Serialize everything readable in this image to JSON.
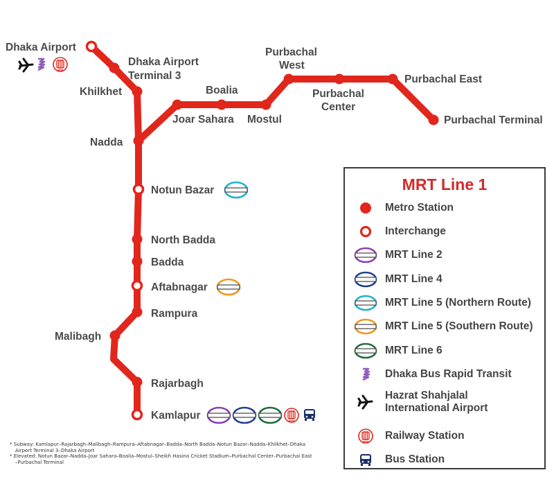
{
  "stations": [
    {
      "id": "dhaka-airport",
      "name": "Dhaka Airport",
      "type": "interchange"
    },
    {
      "id": "dhaka-airport-terminal-3",
      "name": "Dhaka Airport Terminal 3",
      "type": "station"
    },
    {
      "id": "khilkhet",
      "name": "Khilkhet",
      "type": "station"
    },
    {
      "id": "nadda",
      "name": "Nadda",
      "type": "station"
    },
    {
      "id": "joar-sahara",
      "name": "Joar Sahara",
      "type": "station"
    },
    {
      "id": "boalia",
      "name": "Boalia",
      "type": "station"
    },
    {
      "id": "mostul",
      "name": "Mostul",
      "type": "station"
    },
    {
      "id": "purbachal-west",
      "name": "Purbachal West",
      "type": "station"
    },
    {
      "id": "purbachal-center",
      "name": "Purbachal Center",
      "type": "station"
    },
    {
      "id": "purbachal-east",
      "name": "Purbachal East",
      "type": "station"
    },
    {
      "id": "purbachal-terminal",
      "name": "Purbachal Terminal",
      "type": "station"
    },
    {
      "id": "notun-bazar",
      "name": "Notun Bazar",
      "type": "interchange"
    },
    {
      "id": "north-badda",
      "name": "North Badda",
      "type": "station"
    },
    {
      "id": "badda",
      "name": "Badda",
      "type": "station"
    },
    {
      "id": "aftabnagar",
      "name": "Aftabnagar",
      "type": "interchange"
    },
    {
      "id": "rampura",
      "name": "Rampura",
      "type": "station"
    },
    {
      "id": "malibagh",
      "name": "Malibagh",
      "type": "station"
    },
    {
      "id": "rajarbagh",
      "name": "Rajarbagh",
      "type": "station"
    },
    {
      "id": "kamlapur",
      "name": "Kamlapur",
      "type": "interchange"
    }
  ],
  "label_lines": {
    "dhaka_airport_terminal_3": [
      "Dhaka Airport",
      "Terminal 3"
    ],
    "purbachal_west": [
      "Purbachal",
      "West"
    ],
    "purbachal_center": [
      "Purbachal",
      "Center"
    ]
  },
  "connections": {
    "dhaka-airport": [
      "airport-icon",
      "brt-icon",
      "railway-icon"
    ],
    "notun-bazar": [
      "mrt-line-5-north"
    ],
    "aftabnagar": [
      "mrt-line-5-south"
    ],
    "kamlapur": [
      "mrt-line-2",
      "mrt-line-4",
      "mrt-line-6",
      "railway-icon",
      "bus-icon"
    ]
  },
  "legend": {
    "title": "MRT Line 1",
    "items": [
      {
        "key": "metro-station",
        "label": "Metro Station"
      },
      {
        "key": "interchange",
        "label": "Interchange"
      },
      {
        "key": "mrt-line-2",
        "label": "MRT Line 2"
      },
      {
        "key": "mrt-line-4",
        "label": "MRT Line 4"
      },
      {
        "key": "mrt-line-5-north",
        "label": "MRT Line 5 (Northern Route)"
      },
      {
        "key": "mrt-line-5-south",
        "label": "MRT Line 5 (Southern Route)"
      },
      {
        "key": "mrt-line-6",
        "label": "MRT Line 6"
      },
      {
        "key": "brt",
        "label": "Dhaka Bus Rapid Transit"
      },
      {
        "key": "airport",
        "label": "Hazrat Shahjalal International Airport",
        "lines": [
          "Hazrat Shahjalal",
          "International Airport"
        ]
      },
      {
        "key": "railway",
        "label": "Railway Station"
      },
      {
        "key": "bus",
        "label": "Bus Station"
      }
    ]
  },
  "colors": {
    "line": "#e1261c",
    "mrt-line-2": "#8a3fb0",
    "mrt-line-4": "#1e3f8f",
    "mrt-line-5-north": "#1db0d4",
    "mrt-line-5-south": "#f0951e",
    "mrt-line-6": "#1e6b3a",
    "brt": "#8d5dbf",
    "railway": "#e1261c",
    "bus": "#1a2f6b"
  },
  "footnotes": {
    "subway_lines": [
      "* Subway: Kamlapur–Rajarbagh–Malibagh–Rampura–Aftabnagar–Badda–North Badda–Notun Bazar–Nadda–Khilkhet–Dhaka",
      "Airport Terminal 3–Dhaka Airport"
    ],
    "elevated_lines": [
      "* Elevated: Notun Bazar–Nadda–Joar Sahara–Boalia–Mostul–Sheikh Hasina Cricket Stadium–Purbachal  Center–Purbachal East",
      "–Purbachal Terminal"
    ]
  }
}
